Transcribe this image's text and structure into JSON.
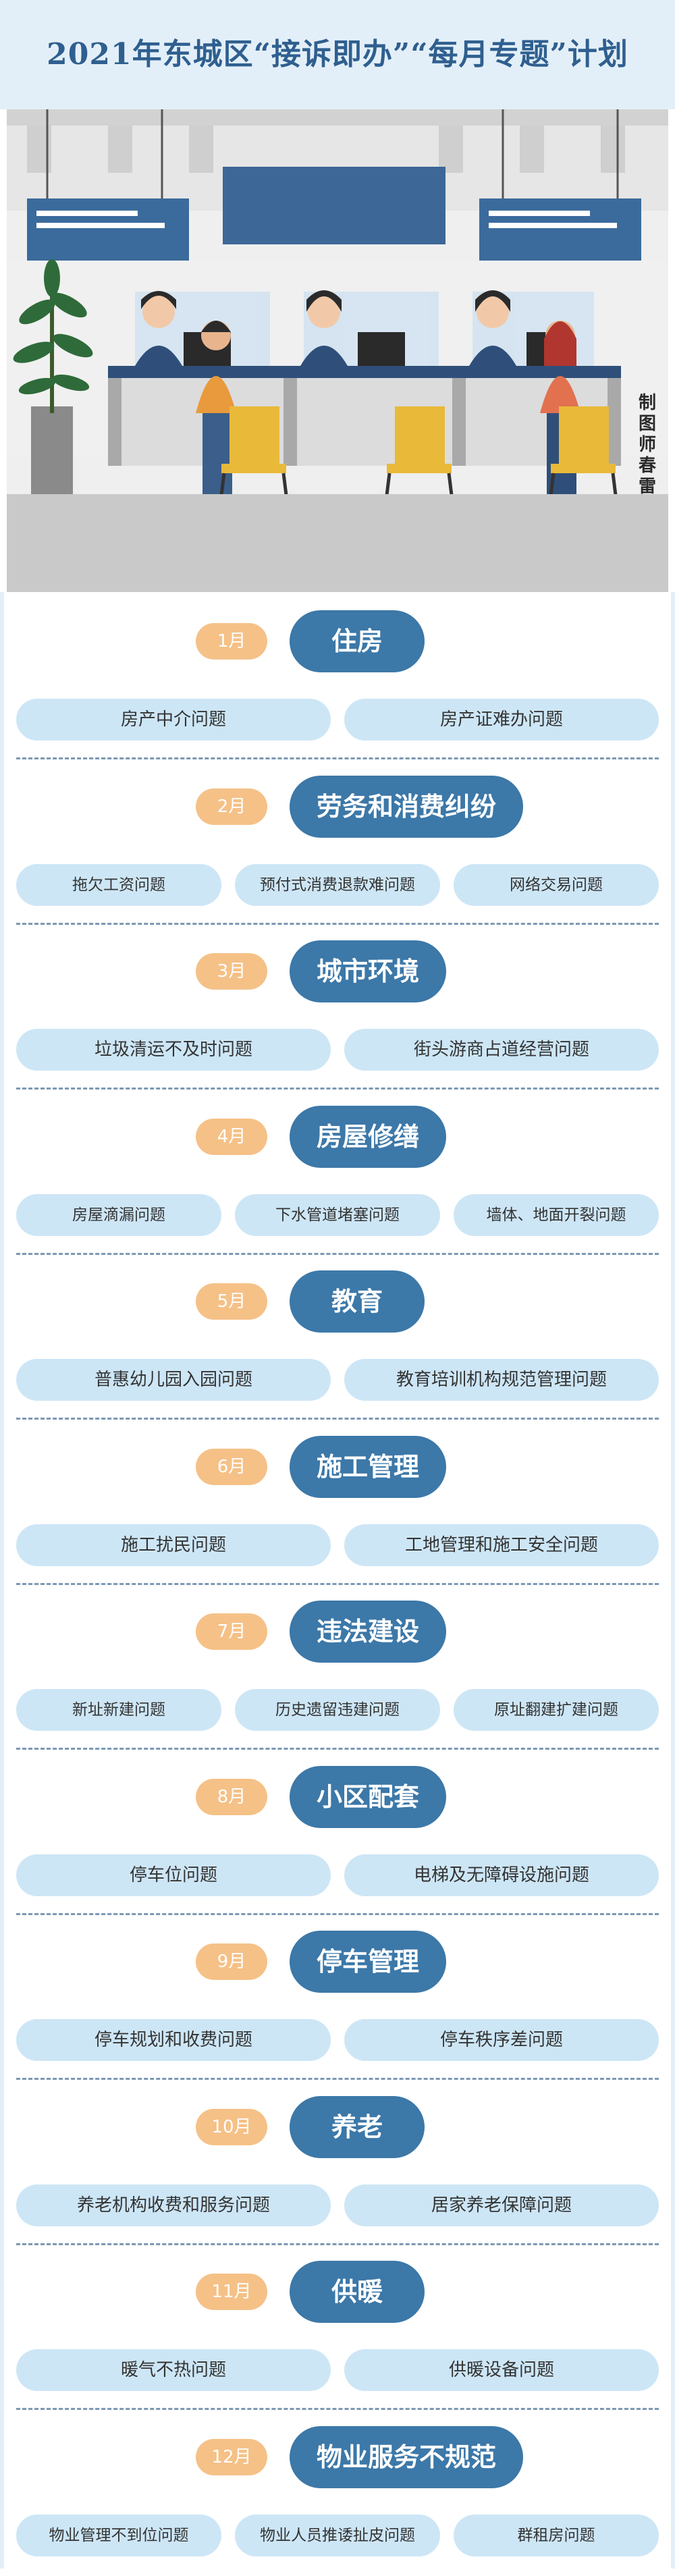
{
  "title": "2021年东城区“接诉即办”“每月专题”计划",
  "credit": "制图 师春雷",
  "colors": {
    "topic_bg": "#3c78a8",
    "month_bg": "#f5c187",
    "issue_bg": "#cde6f6",
    "header_bg": "#e3eff8"
  },
  "months": [
    {
      "month": "1月",
      "topic": "住房",
      "issues": [
        "房产中介问题",
        "房产证难办问题"
      ]
    },
    {
      "month": "2月",
      "topic": "劳务和消费纠纷",
      "issues": [
        "拖欠工资问题",
        "预付式消费退款难问题",
        "网络交易问题"
      ]
    },
    {
      "month": "3月",
      "topic": "城市环境",
      "issues": [
        "垃圾清运不及时问题",
        "街头游商占道经营问题"
      ]
    },
    {
      "month": "4月",
      "topic": "房屋修缮",
      "issues": [
        "房屋滴漏问题",
        "下水管道堵塞问题",
        "墙体、地面开裂问题"
      ]
    },
    {
      "month": "5月",
      "topic": "教育",
      "issues": [
        "普惠幼儿园入园问题",
        "教育培训机构规范管理问题"
      ]
    },
    {
      "month": "6月",
      "topic": "施工管理",
      "issues": [
        "施工扰民问题",
        "工地管理和施工安全问题"
      ]
    },
    {
      "month": "7月",
      "topic": "违法建设",
      "issues": [
        "新址新建问题",
        "历史遗留违建问题",
        "原址翻建扩建问题"
      ]
    },
    {
      "month": "8月",
      "topic": "小区配套",
      "issues": [
        "停车位问题",
        "电梯及无障碍设施问题"
      ]
    },
    {
      "month": "9月",
      "topic": "停车管理",
      "issues": [
        "停车规划和收费问题",
        "停车秩序差问题"
      ]
    },
    {
      "month": "10月",
      "topic": "养老",
      "issues": [
        "养老机构收费和服务问题",
        "居家养老保障问题"
      ]
    },
    {
      "month": "11月",
      "topic": "供暖",
      "issues": [
        "暖气不热问题",
        "供暖设备问题"
      ]
    },
    {
      "month": "12月",
      "topic": "物业服务不规范",
      "issues": [
        "物业管理不到位问题",
        "物业人员推诿扯皮问题",
        "群租房问题"
      ]
    }
  ]
}
